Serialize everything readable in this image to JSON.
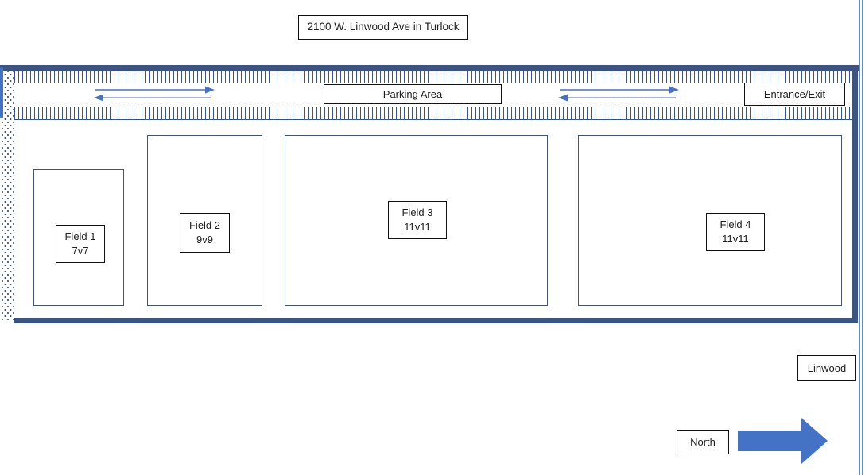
{
  "title": "2100 W. Linwood Ave in Turlock",
  "site": {
    "parking_label": "Parking Area",
    "entrance_label": "Entrance/Exit"
  },
  "fields": [
    {
      "name": "Field 1",
      "format": "7v7"
    },
    {
      "name": "Field 2",
      "format": "9v9"
    },
    {
      "name": "Field 3",
      "format": "11v11"
    },
    {
      "name": "Field 4",
      "format": "11v11"
    }
  ],
  "street": {
    "label": "Linwood"
  },
  "compass": {
    "label": "North",
    "arrow_direction": "right"
  },
  "colors": {
    "site_border": "#3B5481",
    "field_border": "#44546A",
    "traffic_arrow": "#4472C4",
    "traffic_arrow_light": "#7F9CD4",
    "street_line": "#6286C8",
    "north_arrow": "#4472C4",
    "label_border": "#111111"
  }
}
